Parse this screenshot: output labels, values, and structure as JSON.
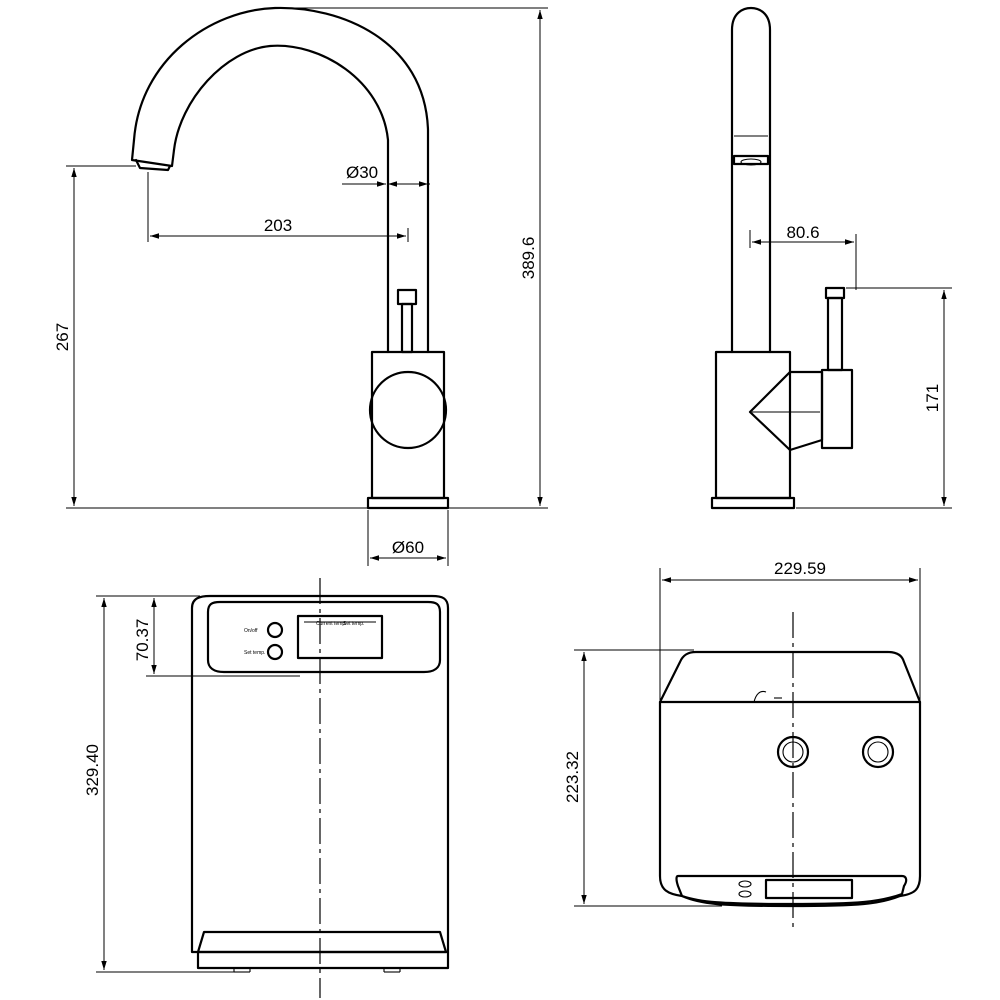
{
  "dimensions": {
    "front_height": "267",
    "outlet_diameter": "Ø30",
    "spout_reach": "203",
    "total_height": "389.6",
    "base_diameter": "Ø60",
    "handle_offset": "80.6",
    "handle_height": "171",
    "unit_height": "329.40",
    "panel_height": "70.37",
    "unit_width": "229.59",
    "unit_depth": "223.32"
  },
  "panel_labels": {
    "on_off": "On/off",
    "set_temp": "Set temp.",
    "current_temp": "Current temp.",
    "target_temp": "Set temp."
  }
}
